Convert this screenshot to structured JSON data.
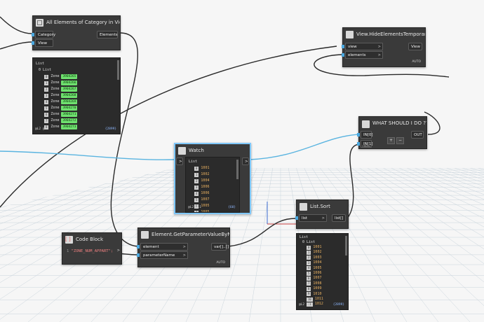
{
  "nodes": {
    "all_elements": {
      "title": "All Elements of Category in View",
      "inputs": [
        "Category",
        "View"
      ],
      "output": "Elements",
      "preview": {
        "header": "List",
        "sublist": "0 List",
        "items": [
          {
            "index": "0",
            "label": "Zone",
            "id": "3904265"
          },
          {
            "index": "1",
            "label": "Zone",
            "id": "3904266"
          },
          {
            "index": "2",
            "label": "Zone",
            "id": "3904267"
          },
          {
            "index": "3",
            "label": "Zone",
            "id": "3904268"
          },
          {
            "index": "4",
            "label": "Zone",
            "id": "3904269"
          },
          {
            "index": "5",
            "label": "Zone",
            "id": "3904270"
          },
          {
            "index": "6",
            "label": "Zone",
            "id": "3904271"
          },
          {
            "index": "7",
            "label": "Zone",
            "id": "3904272"
          },
          {
            "index": "8",
            "label": "Zone",
            "id": "3904273"
          }
        ],
        "footer": "@L2 @L1",
        "count": "{2899}"
      }
    },
    "hide_elements": {
      "title": "View.HideElementsTemporary",
      "inputs": [
        "view",
        "elements"
      ],
      "output": "View",
      "mode": "AUTO"
    },
    "python": {
      "title": "WHAT SHOULD I DO ????",
      "inputs": [
        "IN[0]",
        "IN[1]"
      ],
      "output": "OUT",
      "add": "+",
      "remove": "−",
      "status": "Offtext"
    },
    "watch": {
      "title": "Watch",
      "input": ">",
      "output": ">",
      "preview": {
        "header": "List",
        "items": [
          {
            "index": "0",
            "value": "1001"
          },
          {
            "index": "1",
            "value": "1002"
          },
          {
            "index": "2",
            "value": "1004"
          },
          {
            "index": "3",
            "value": "1006"
          },
          {
            "index": "4",
            "value": "1006"
          },
          {
            "index": "5",
            "value": "1007"
          },
          {
            "index": "6",
            "value": "1005"
          },
          {
            "index": "7",
            "value": "1005"
          }
        ],
        "footer": "@L2 @L1",
        "count": "{60}"
      }
    },
    "list_sort": {
      "title": "List.Sort",
      "input": "list",
      "output": "list[]",
      "preview": {
        "header": "List",
        "sublist": "0 List",
        "items": [
          {
            "index": "0",
            "value": "1001"
          },
          {
            "index": "1",
            "value": "1002"
          },
          {
            "index": "2",
            "value": "1003"
          },
          {
            "index": "3",
            "value": "1004"
          },
          {
            "index": "4",
            "value": "1005"
          },
          {
            "index": "5",
            "value": "1006"
          },
          {
            "index": "6",
            "value": "1007"
          },
          {
            "index": "7",
            "value": "1008"
          },
          {
            "index": "8",
            "value": "1009"
          },
          {
            "index": "9",
            "value": "1010"
          },
          {
            "index": "10",
            "value": "1011"
          },
          {
            "index": "11",
            "value": "1012"
          }
        ],
        "footer": "@L2 @L1",
        "count": "{2899}"
      }
    },
    "code_block": {
      "title": "Code Block",
      "line_no": "1",
      "code": "\"ZONE_NUM_APPART\";",
      "output": ">"
    },
    "get_param": {
      "title": "Element.GetParameterValueByName",
      "inputs": [
        "element",
        "parameterName"
      ],
      "output": "var[]..[]",
      "mode": "AUTO"
    }
  },
  "colors": {
    "node_bg": "#3a3a3a",
    "wire_dark": "#2a2a2a",
    "wire_blue": "#5ab4e0",
    "watch_select": "#7fc8ff",
    "id_highlight": "#6fe06f"
  },
  "icons": [
    "category-icon",
    "view-icon",
    "python-icon",
    "list-icon",
    "code-braces-icon"
  ]
}
